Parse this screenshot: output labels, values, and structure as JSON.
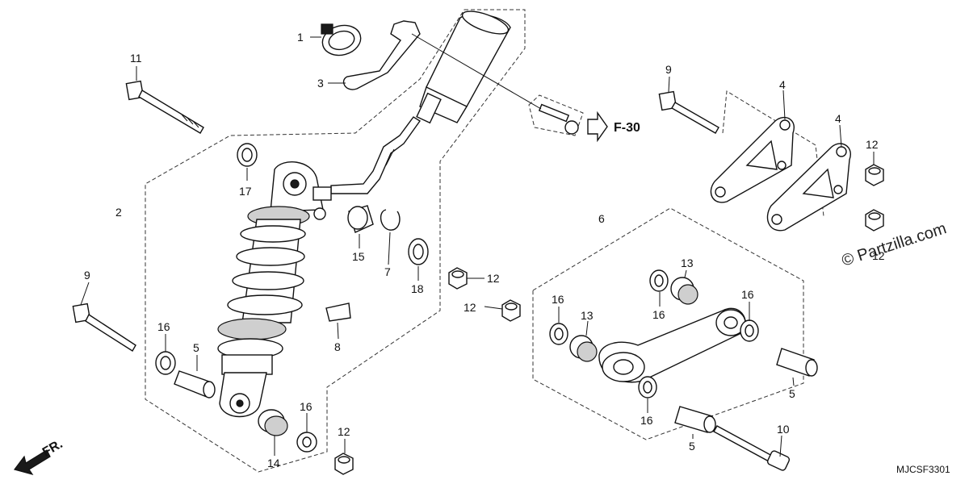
{
  "diagram": {
    "reference_label": "F-30",
    "direction_label": "FR.",
    "diagram_code": "MJCSF3301",
    "watermark": "© Partzilla.com",
    "callouts": [
      {
        "id": "c1",
        "text": "1"
      },
      {
        "id": "c2",
        "text": "2"
      },
      {
        "id": "c3",
        "text": "3"
      },
      {
        "id": "c4a",
        "text": "4"
      },
      {
        "id": "c4b",
        "text": "4"
      },
      {
        "id": "c5a",
        "text": "5"
      },
      {
        "id": "c5b",
        "text": "5"
      },
      {
        "id": "c5c",
        "text": "5"
      },
      {
        "id": "c6",
        "text": "6"
      },
      {
        "id": "c7",
        "text": "7"
      },
      {
        "id": "c8",
        "text": "8"
      },
      {
        "id": "c9a",
        "text": "9"
      },
      {
        "id": "c9b",
        "text": "9"
      },
      {
        "id": "c10",
        "text": "10"
      },
      {
        "id": "c11",
        "text": "11"
      },
      {
        "id": "c12a",
        "text": "12"
      },
      {
        "id": "c12b",
        "text": "12"
      },
      {
        "id": "c12c",
        "text": "12"
      },
      {
        "id": "c12d",
        "text": "12"
      },
      {
        "id": "c12e",
        "text": "12"
      },
      {
        "id": "c13a",
        "text": "13"
      },
      {
        "id": "c13b",
        "text": "13"
      },
      {
        "id": "c14",
        "text": "14"
      },
      {
        "id": "c15",
        "text": "15"
      },
      {
        "id": "c16a",
        "text": "16"
      },
      {
        "id": "c16b",
        "text": "16"
      },
      {
        "id": "c16c",
        "text": "16"
      },
      {
        "id": "c16d",
        "text": "16"
      },
      {
        "id": "c16e",
        "text": "16"
      },
      {
        "id": "c16f",
        "text": "16"
      },
      {
        "id": "c17",
        "text": "17"
      },
      {
        "id": "c18",
        "text": "18"
      }
    ]
  }
}
